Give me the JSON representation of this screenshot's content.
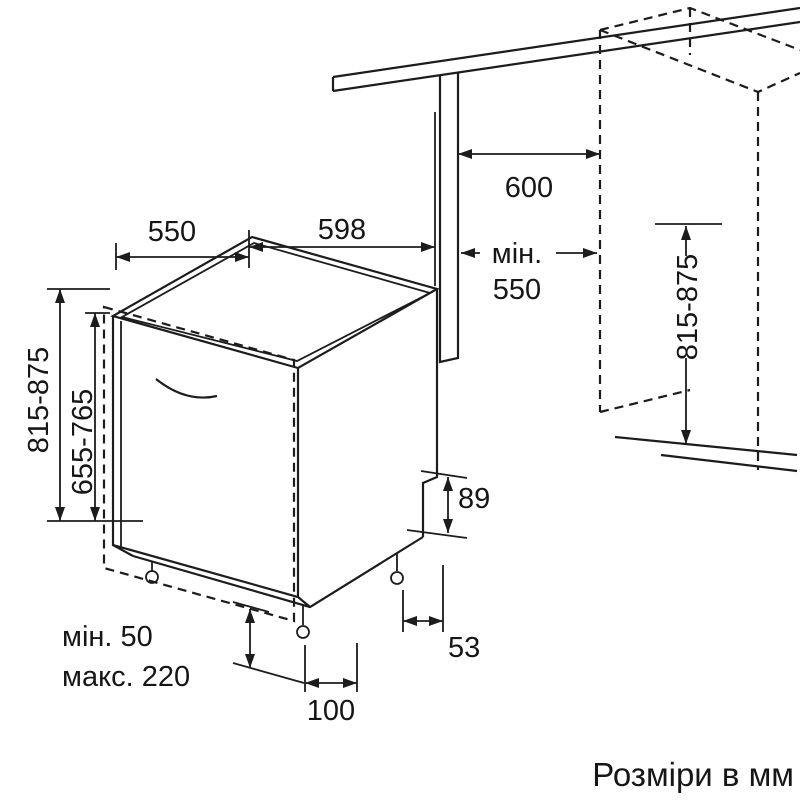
{
  "drawing": {
    "footer": "Розміри в мм",
    "dims": {
      "top_depth": "550",
      "machine_width": "598",
      "niche_width": "600",
      "niche_depth_min_label": "мін.",
      "niche_depth_min_value": "550",
      "niche_height_range": "815-875",
      "machine_height_range": "815-875",
      "door_panel_height_range": "655-765",
      "rear_step_height": "89",
      "rear_foot_offset": "53",
      "front_foot_offset": "100",
      "plinth_min": "мін. 50",
      "plinth_max": "макс. 220"
    }
  }
}
